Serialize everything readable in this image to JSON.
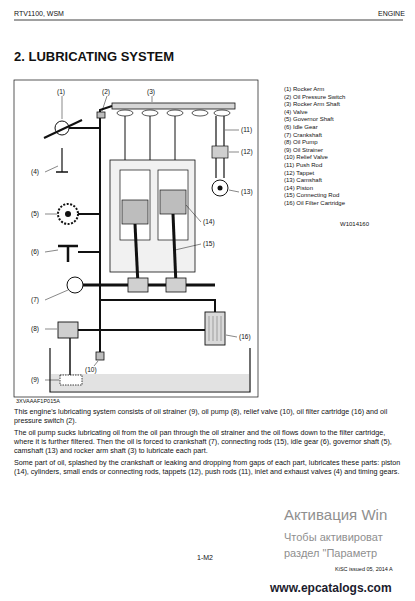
{
  "diagram": {
    "title": "2. LUBRICATING SYSTEM",
    "labels": [
      "RTV1100, WSM",
      "ENGINE",
      "(1) Rocker Arm",
      "(2) Oil Pressure Switch",
      "(3) Rocker Arm Shaft",
      "(4) Valve",
      "(5) Governor Shaft",
      "(6) Idle Gear",
      "(7) Crankshaft",
      "(8) Oil Pump",
      "(9) Oil Strainer",
      "(10) Relief Valve",
      "(11) Push Rod",
      "(12) Tappet",
      "(13) Camshaft",
      "(14) Piston",
      "(15) Connecting Rod",
      "(16) Oil Filter Cartridge",
      "W1014160",
      "(1)",
      "(2)",
      "(3)",
      "(4)",
      "(5)",
      "(6)",
      "(7)",
      "(8)",
      "(9)",
      "(10)",
      "(11)",
      "(12)",
      "(13)",
      "(14)",
      "(15)",
      "(16)",
      "3XVAAAF1P015A",
      "This engine's lubricating system consists of oil strainer (9), oil pump (8), relief valve (10), oil filter cartridge (16) and oil pressure switch (2).",
      "The oil pump sucks lubricating oil from the oil pan through the oil strainer and the oil flows down to the filter cartridge, where it is further filtered. Then the oil is forced to crankshaft (7), connecting rods (15), idle gear (6), governor shaft (5), camshaft (13) and rocker arm shaft (3) to lubricate each part.",
      "Some part of oil, splashed by the crankshaft or leaking and dropping from gaps of each part, lubricates these parts: piston (14), cylinders, small ends or connecting rods, tappets (12), push rods (11), inlet and exhaust valves (4) and timing gears.",
      "1-M2",
      "KiSC issued 05, 2014 A",
      "Активация Win",
      "Чтобы активироват",
      "раздел \"Параметр",
      "www.epcatalogs.com"
    ]
  }
}
